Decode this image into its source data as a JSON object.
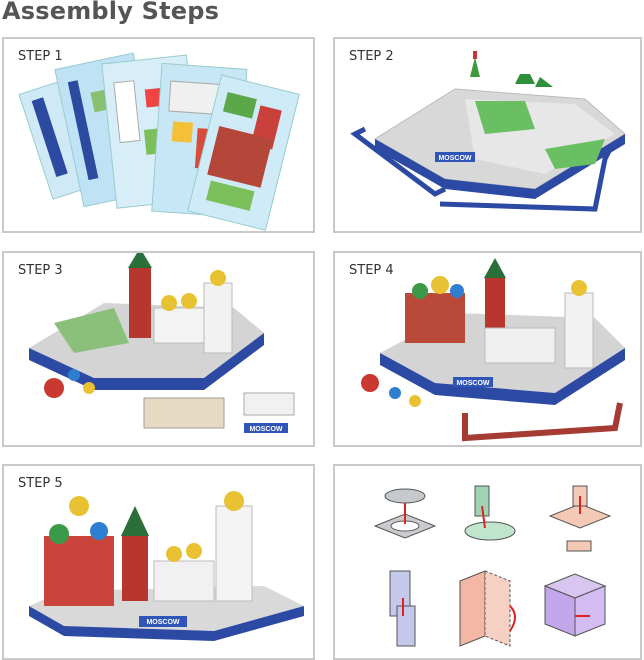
{
  "page": {
    "title": "Assembly Steps"
  },
  "steps": [
    {
      "label": "STEP 1"
    },
    {
      "label": "STEP 2"
    },
    {
      "label": "STEP 3"
    },
    {
      "label": "STEP 4"
    },
    {
      "label": "STEP 5"
    }
  ],
  "signs": {
    "city_name": "MOSCOW"
  }
}
